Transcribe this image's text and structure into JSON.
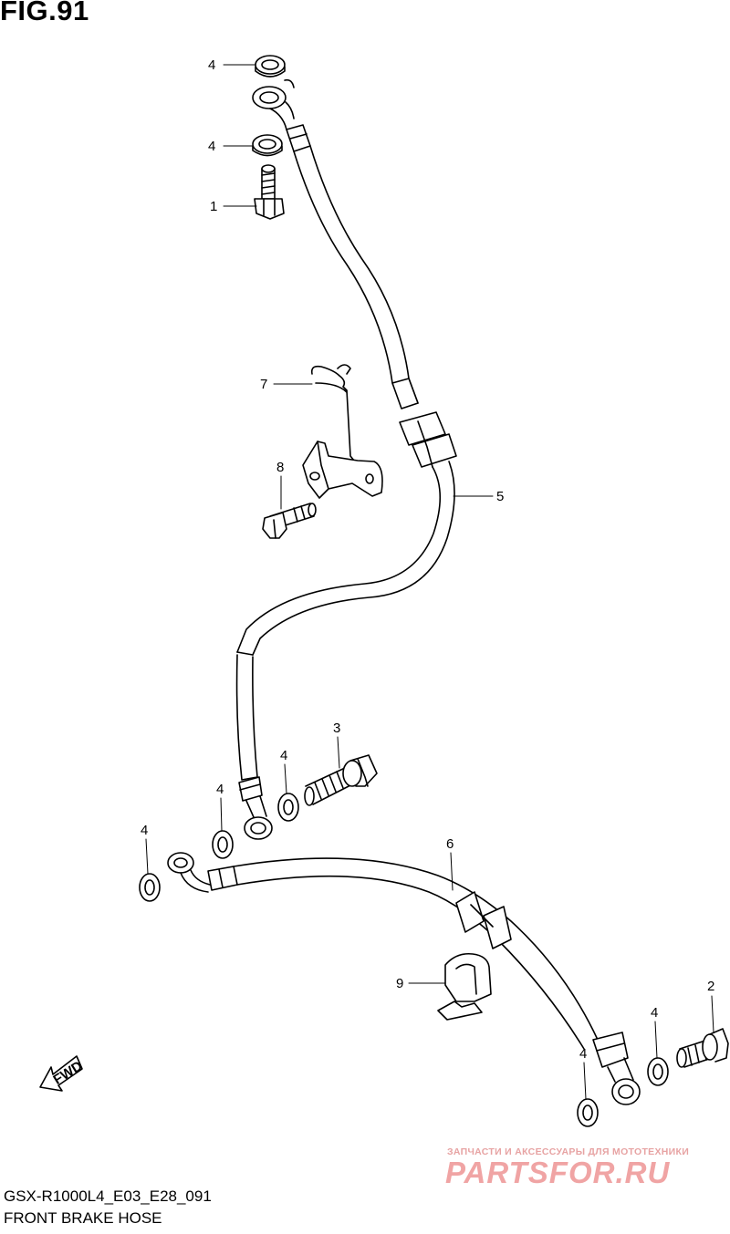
{
  "figure_title": "FIG.91",
  "footer": {
    "code": "GSX-R1000L4_E03_E28_091",
    "title": "FRONT BRAKE HOSE"
  },
  "fwd_label": "FWD",
  "watermark": {
    "tagline": "ЗАПЧАСТИ И АКСЕССУАРЫ ДЛЯ МОТОТЕХНИКИ",
    "logo": "PARTSFOR.RU"
  },
  "callouts": [
    "4",
    "4",
    "1",
    "7",
    "8",
    "5",
    "3",
    "4",
    "4",
    "4",
    "6",
    "9",
    "2",
    "4",
    "4"
  ],
  "colors": {
    "line": "#000000",
    "watermark": "#f0a4a4"
  }
}
